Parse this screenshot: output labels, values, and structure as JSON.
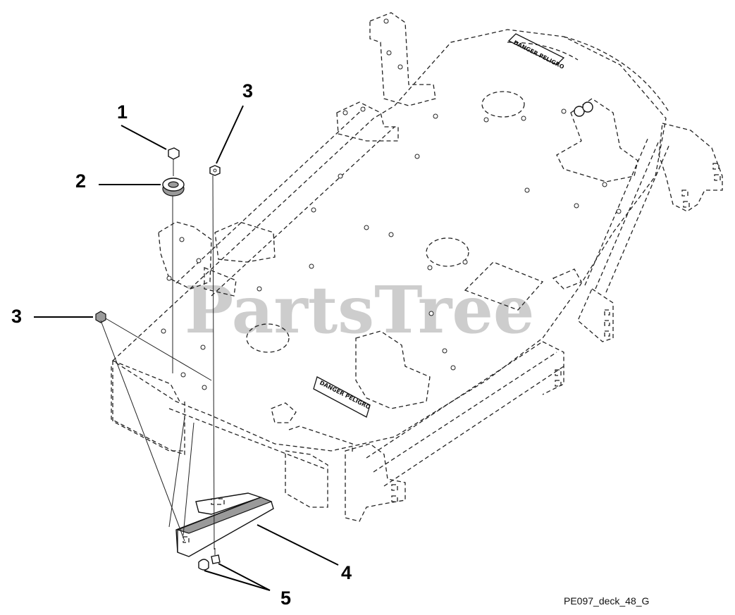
{
  "watermark": "PartsTree",
  "drawing_code": "PE097_deck_48_G",
  "decals": {
    "left_decal": "DANGER PELIGRO",
    "top_decal": "DANGER PELIGRO"
  },
  "callouts": [
    {
      "id": "c1",
      "label": "1"
    },
    {
      "id": "c2",
      "label": "2"
    },
    {
      "id": "c3a",
      "label": "3"
    },
    {
      "id": "c3b",
      "label": "3"
    },
    {
      "id": "c4",
      "label": "4"
    },
    {
      "id": "c5",
      "label": "5"
    }
  ]
}
